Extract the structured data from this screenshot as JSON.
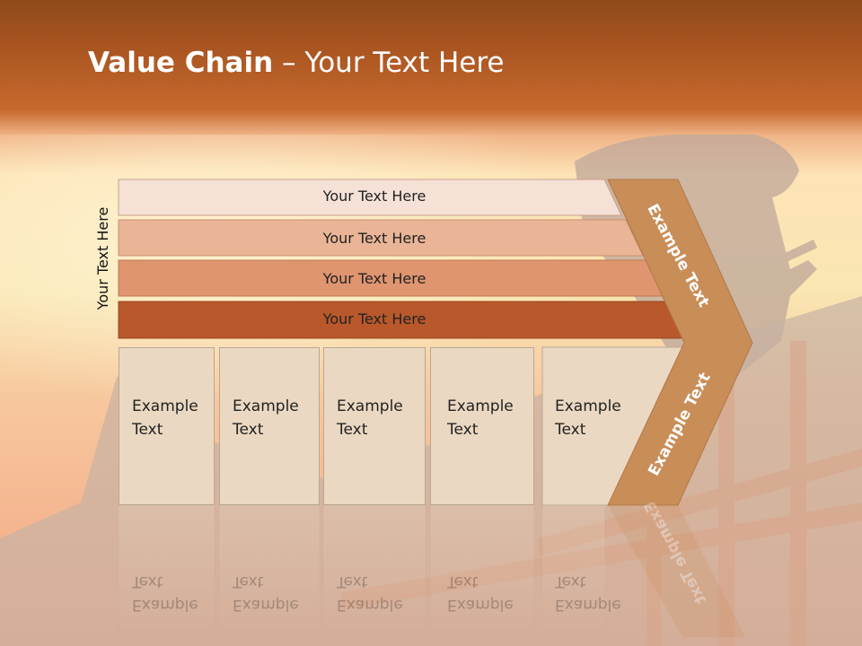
{
  "slide": {
    "title_bold": "Value Chain",
    "title_rest": " – Your Text Here",
    "side_label": "Your Text Here",
    "bars": [
      {
        "label": "Your Text Here"
      },
      {
        "label": "Your Text Here"
      },
      {
        "label": "Your Text Here"
      },
      {
        "label": "Your Text Here"
      }
    ],
    "boxes": [
      {
        "line1": "Example",
        "line2": "Text"
      },
      {
        "line1": "Example",
        "line2": "Text"
      },
      {
        "line1": "Example",
        "line2": "Text"
      },
      {
        "line1": "Example",
        "line2": "Text"
      },
      {
        "line1": "Example",
        "line2": "Text"
      }
    ],
    "chevron_upper": "Example Text",
    "chevron_lower": "Example Text"
  },
  "colors": {
    "bar1": "#f5e1d6",
    "bar2": "#e9b596",
    "bar3": "#df956f",
    "bar4": "#b8582b",
    "chevron": "#c98d58",
    "box": "#ead8c2"
  }
}
